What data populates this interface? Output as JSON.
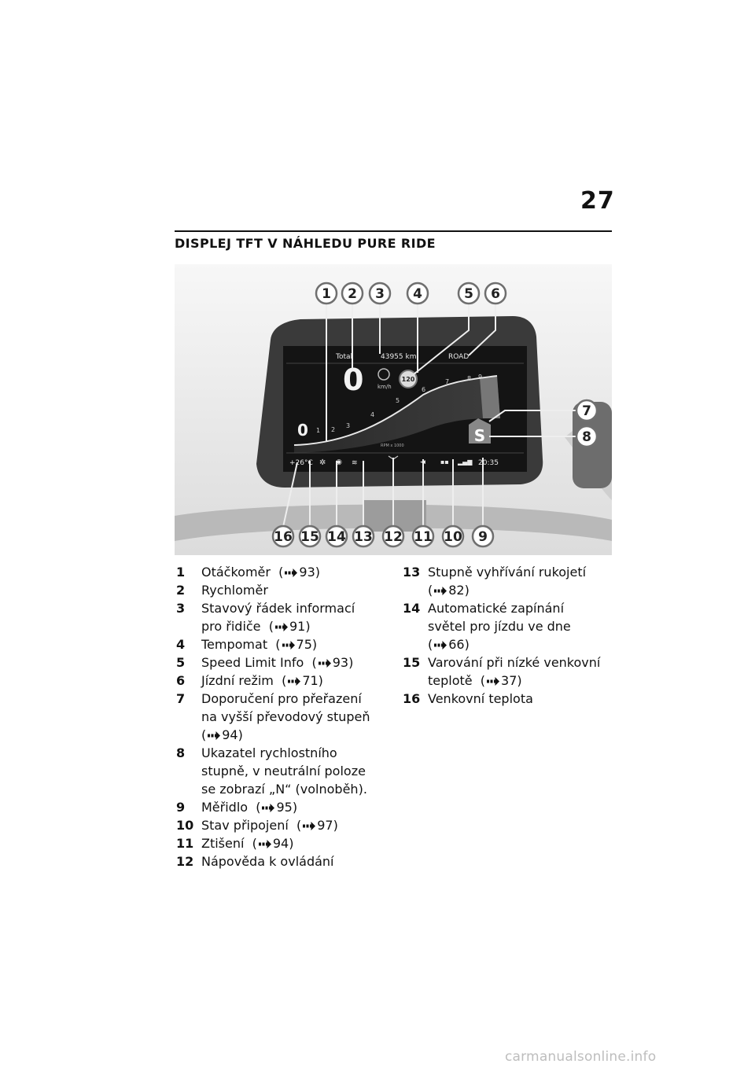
{
  "page": {
    "number": "27",
    "title": "DISPLEJ TFT V NÁHLEDU PURE RIDE"
  },
  "display": {
    "total_label": "Total",
    "odometer": "43955 km",
    "ride_mode": "ROAD",
    "speed": "0",
    "speed_unit": "km/h",
    "speed_limit": "120",
    "gear_digit": "0",
    "gear_recommendation": "S",
    "rpm_label": "RPM x 1000",
    "rpm_scale": [
      "1",
      "2",
      "3",
      "4",
      "5",
      "6",
      "7",
      "8",
      "9"
    ],
    "temperature": "+26°C",
    "time": "20:35"
  },
  "callouts": [
    "1",
    "2",
    "3",
    "4",
    "5",
    "6",
    "7",
    "8",
    "9",
    "10",
    "11",
    "12",
    "13",
    "14",
    "15",
    "16"
  ],
  "legend_left": [
    {
      "num": "1",
      "lines": [
        "Otáčkoměr"
      ],
      "ref": "93)"
    },
    {
      "num": "2",
      "lines": [
        "Rychloměr"
      ],
      "ref": ""
    },
    {
      "num": "3",
      "lines": [
        "Stavový řádek informací",
        "pro řidiče"
      ],
      "ref": "91)"
    },
    {
      "num": "4",
      "lines": [
        "Tempomat"
      ],
      "ref": "75)"
    },
    {
      "num": "5",
      "lines": [
        "Speed Limit Info"
      ],
      "ref": "93)"
    },
    {
      "num": "6",
      "lines": [
        "Jízdní režim"
      ],
      "ref": "71)"
    },
    {
      "num": "7",
      "lines": [
        "Doporučení pro přeřazení",
        "na vyšší převodový stupeň"
      ],
      "ref": "94)"
    },
    {
      "num": "8",
      "lines": [
        "Ukazatel rychlostního",
        "stupně, v neutrální poloze",
        "se zobrazí „N“ (volnoběh)."
      ],
      "ref": ""
    },
    {
      "num": "9",
      "lines": [
        "Měřidlo"
      ],
      "ref": "95)"
    },
    {
      "num": "10",
      "lines": [
        "Stav připojení"
      ],
      "ref": "97)"
    },
    {
      "num": "11",
      "lines": [
        "Ztišení"
      ],
      "ref": "94)"
    },
    {
      "num": "12",
      "lines": [
        "Nápověda k ovládání"
      ],
      "ref": ""
    }
  ],
  "legend_right": [
    {
      "num": "13",
      "lines": [
        "Stupně vyhřívání rukojetí"
      ],
      "ref": "82)"
    },
    {
      "num": "14",
      "lines": [
        "Automatické zapínání",
        "světel pro jízdu ve dne"
      ],
      "ref": "66)"
    },
    {
      "num": "15",
      "lines": [
        "Varování při nízké venkovní",
        "teplotě"
      ],
      "ref": "37)"
    },
    {
      "num": "16",
      "lines": [
        "Venkovní teplota"
      ],
      "ref": ""
    }
  ],
  "watermark": "carmanualsonline.info"
}
